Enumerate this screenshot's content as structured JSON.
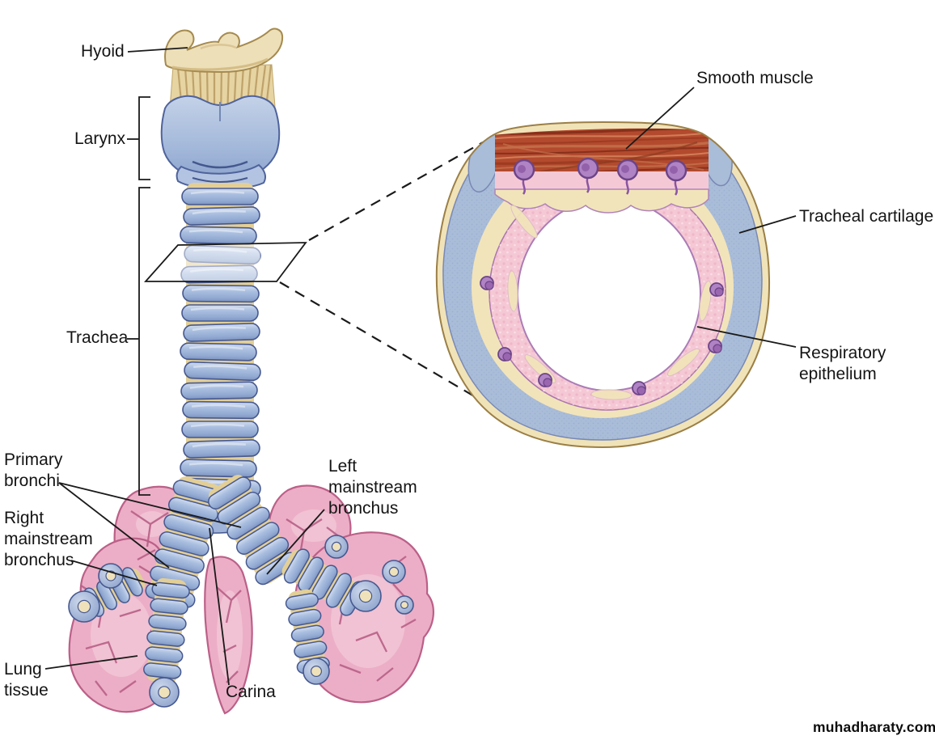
{
  "figure": {
    "labels": {
      "hyoid": "Hyoid",
      "larynx": "Larynx",
      "trachea": "Trachea",
      "primary_bronchi": "Primary\nbronchi",
      "right_mainstream_bronchus": "Right\nmainstream\nbronchus",
      "left_mainstream_bronchus": "Left\nmainstream\nbronchus",
      "lung_tissue": "Lung\ntissue",
      "carina": "Carina",
      "smooth_muscle": "Smooth muscle",
      "tracheal_cartilage": "Tracheal cartilage",
      "respiratory_epithelium": "Respiratory\nepithelium"
    },
    "watermark": "muhadharaty.com",
    "colors": {
      "cartilage_blue": "#a9bcd8",
      "bone_tan": "#ecdcae",
      "lung_pink": "#edb6c9",
      "muscle_red": "#b2462d",
      "mucosa_pink": "#f4c6d3",
      "gland_purple": "#a678bc",
      "line_black": "#1a1a1a"
    }
  }
}
